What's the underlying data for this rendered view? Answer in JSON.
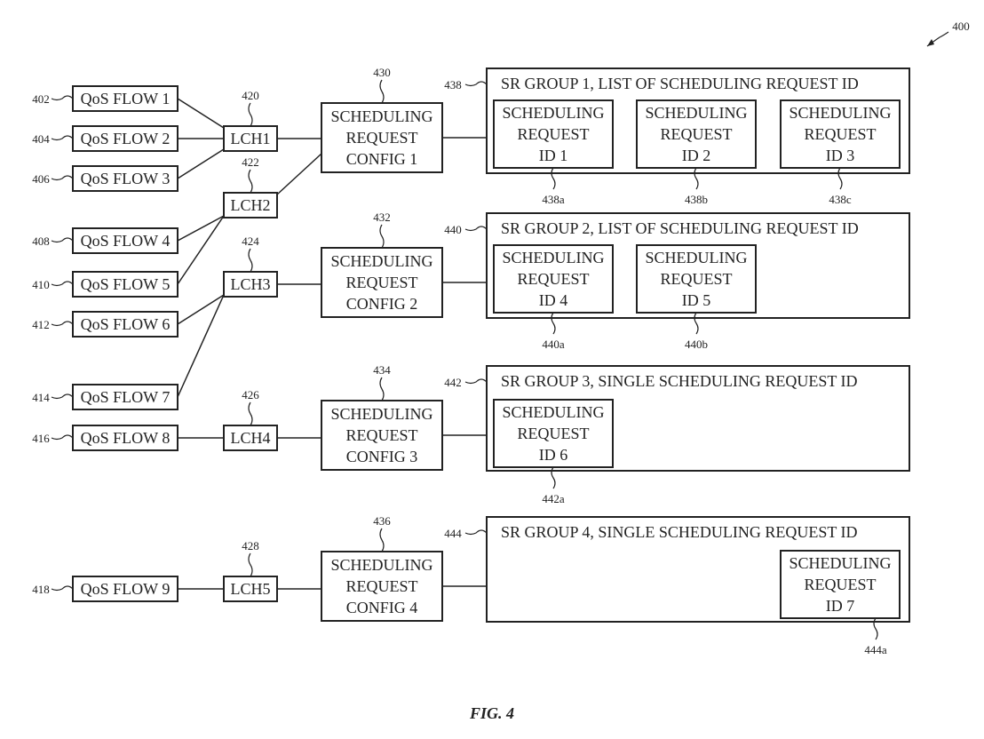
{
  "figure": {
    "ref": "400",
    "caption": "FIG. 4"
  },
  "qos_flows": [
    {
      "ref": "402",
      "label": "QoS FLOW 1"
    },
    {
      "ref": "404",
      "label": "QoS FLOW 2"
    },
    {
      "ref": "406",
      "label": "QoS FLOW 3"
    },
    {
      "ref": "408",
      "label": "QoS FLOW 4"
    },
    {
      "ref": "410",
      "label": "QoS FLOW 5"
    },
    {
      "ref": "412",
      "label": "QoS FLOW 6"
    },
    {
      "ref": "414",
      "label": "QoS FLOW 7"
    },
    {
      "ref": "416",
      "label": "QoS FLOW 8"
    },
    {
      "ref": "418",
      "label": "QoS FLOW 9"
    }
  ],
  "logical_channels": [
    {
      "ref": "420",
      "label": "LCH1"
    },
    {
      "ref": "422",
      "label": "LCH2"
    },
    {
      "ref": "424",
      "label": "LCH3"
    },
    {
      "ref": "426",
      "label": "LCH4"
    },
    {
      "ref": "428",
      "label": "LCH5"
    }
  ],
  "sr_configs": [
    {
      "ref": "430",
      "lines": [
        "SCHEDULING",
        "REQUEST",
        "CONFIG 1"
      ]
    },
    {
      "ref": "432",
      "lines": [
        "SCHEDULING",
        "REQUEST",
        "CONFIG 2"
      ]
    },
    {
      "ref": "434",
      "lines": [
        "SCHEDULING",
        "REQUEST",
        "CONFIG 3"
      ]
    },
    {
      "ref": "436",
      "lines": [
        "SCHEDULING",
        "REQUEST",
        "CONFIG 4"
      ]
    }
  ],
  "sr_groups": [
    {
      "ref": "438",
      "title": "SR GROUP 1, LIST OF SCHEDULING REQUEST ID",
      "ids": [
        {
          "ref": "438a",
          "lines": [
            "SCHEDULING",
            "REQUEST",
            "ID 1"
          ]
        },
        {
          "ref": "438b",
          "lines": [
            "SCHEDULING",
            "REQUEST",
            "ID 2"
          ]
        },
        {
          "ref": "438c",
          "lines": [
            "SCHEDULING",
            "REQUEST",
            "ID 3"
          ]
        }
      ]
    },
    {
      "ref": "440",
      "title": "SR GROUP 2, LIST OF SCHEDULING REQUEST ID",
      "ids": [
        {
          "ref": "440a",
          "lines": [
            "SCHEDULING",
            "REQUEST",
            "ID 4"
          ]
        },
        {
          "ref": "440b",
          "lines": [
            "SCHEDULING",
            "REQUEST",
            "ID 5"
          ]
        }
      ]
    },
    {
      "ref": "442",
      "title": "SR GROUP 3, SINGLE SCHEDULING REQUEST ID",
      "ids": [
        {
          "ref": "442a",
          "lines": [
            "SCHEDULING",
            "REQUEST",
            "ID 6"
          ]
        }
      ]
    },
    {
      "ref": "444",
      "title": "SR GROUP 4, SINGLE SCHEDULING REQUEST ID",
      "ids": [
        {
          "ref": "444a",
          "lines": [
            "SCHEDULING",
            "REQUEST",
            "ID 7"
          ]
        }
      ]
    }
  ],
  "connections": {
    "flow_to_lch": [
      [
        0,
        0
      ],
      [
        1,
        0
      ],
      [
        2,
        0
      ],
      [
        3,
        1
      ],
      [
        4,
        1
      ],
      [
        5,
        2
      ],
      [
        6,
        2
      ],
      [
        7,
        3
      ],
      [
        8,
        4
      ]
    ],
    "lch_to_config": [
      [
        0,
        0
      ],
      [
        1,
        0
      ],
      [
        2,
        1
      ],
      [
        3,
        2
      ],
      [
        4,
        3
      ]
    ],
    "config_to_group": [
      [
        0,
        0
      ],
      [
        1,
        1
      ],
      [
        2,
        2
      ],
      [
        3,
        3
      ]
    ]
  }
}
